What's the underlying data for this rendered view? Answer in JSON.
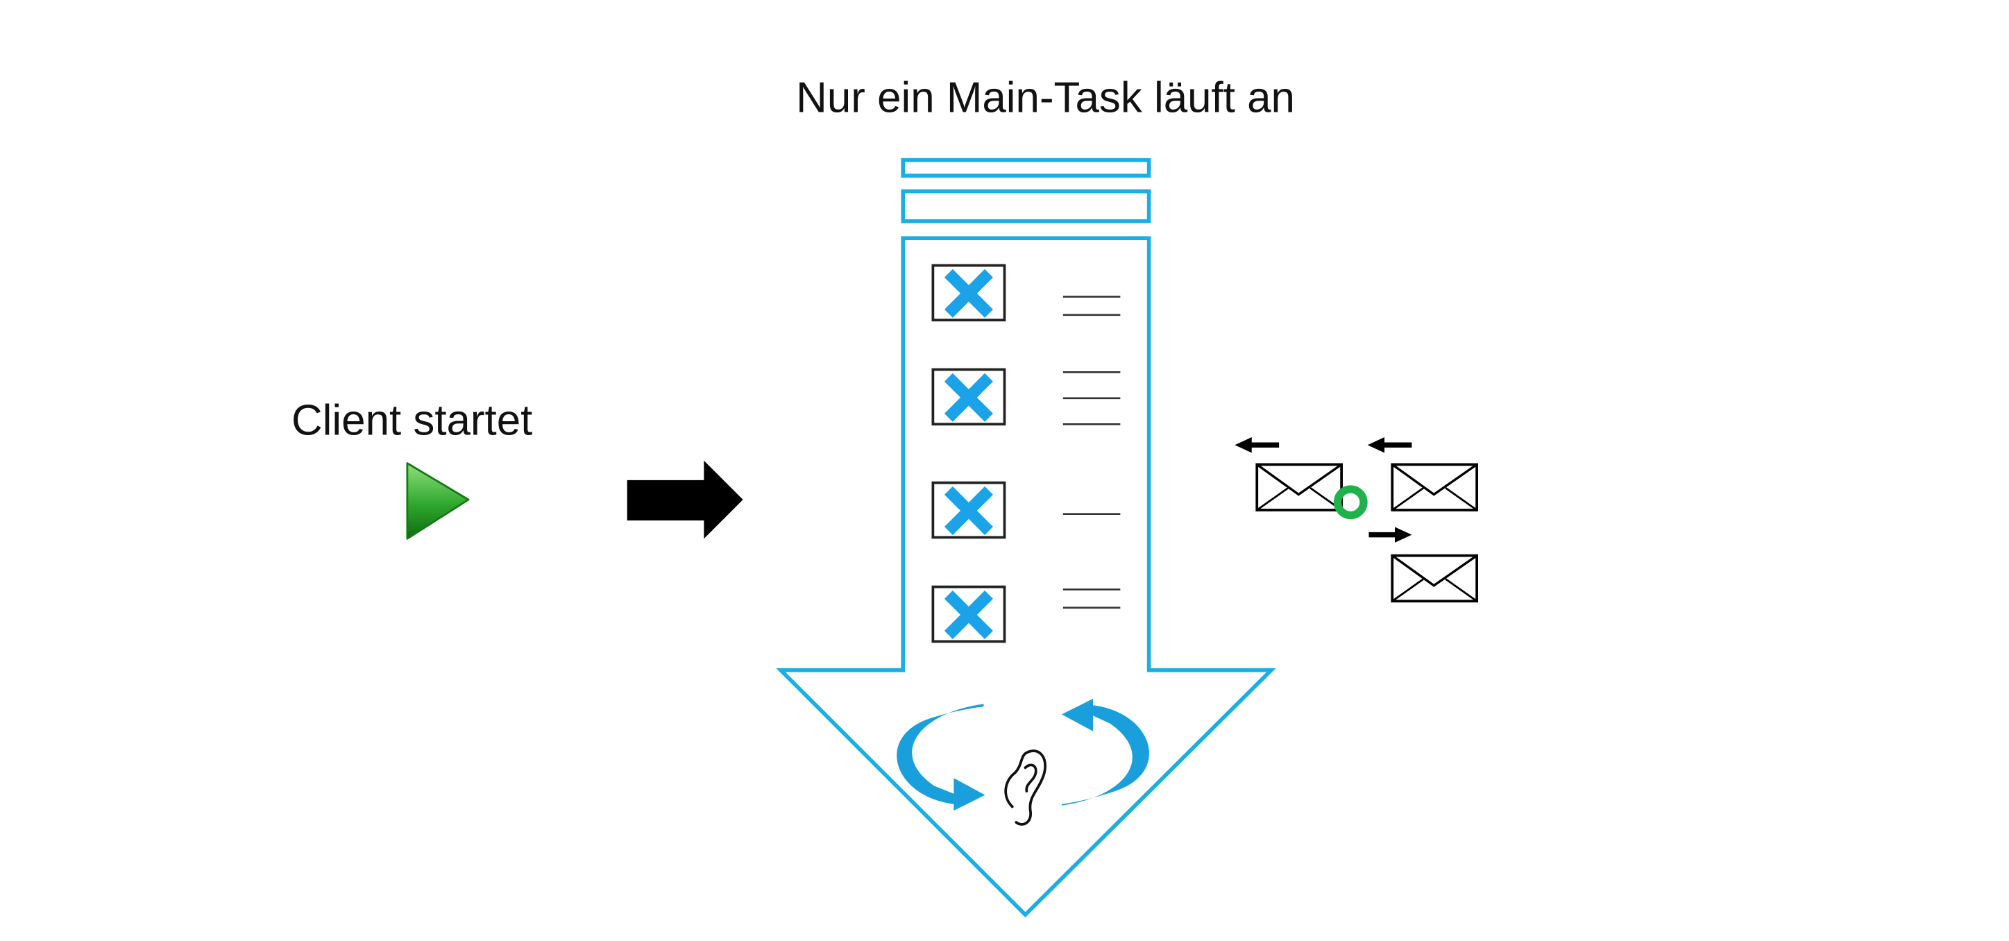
{
  "title": "Nur ein Main-Task läuft an",
  "client_label": "Client startet",
  "icons": {
    "play": "play-icon",
    "arrow": "arrow-right-icon",
    "task": "task-flow-arrow",
    "loop": "loop-icon",
    "ear": "ear-icon",
    "mail": "envelope-icon",
    "status": "status-ring-icon"
  },
  "colors": {
    "task_outline": "#1aaee6",
    "x_mark": "#1aa3e8",
    "loop": "#1a9fdd",
    "play_green": "#1f9a1f",
    "status_green": "#1db24a",
    "ink": "#000000"
  },
  "task_rows": 4
}
